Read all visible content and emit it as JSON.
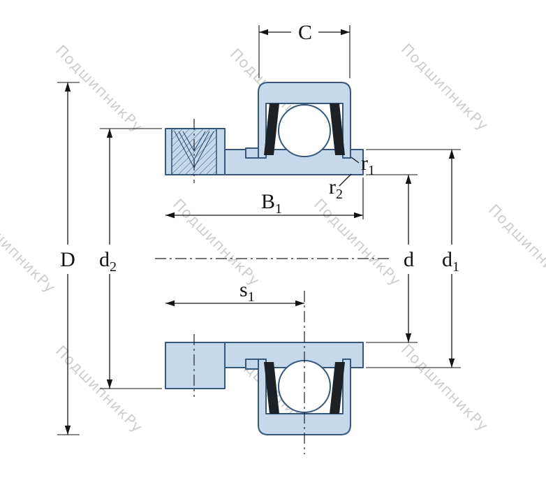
{
  "watermark": {
    "text": "ПодшипникРу"
  },
  "dims": {
    "C": {
      "main": "C",
      "sub": ""
    },
    "D": {
      "main": "D",
      "sub": ""
    },
    "d2": {
      "main": "d",
      "sub": "2"
    },
    "B1": {
      "main": "B",
      "sub": "1"
    },
    "s1": {
      "main": "s",
      "sub": "1"
    },
    "d": {
      "main": "d",
      "sub": ""
    },
    "d1": {
      "main": "d",
      "sub": "1"
    },
    "r1": {
      "main": "r",
      "sub": "1"
    },
    "r2": {
      "main": "r",
      "sub": "2"
    }
  },
  "colors": {
    "fill": "#c5d9eb",
    "outline": "#35587c",
    "seal": "#1c2126",
    "dim": "#141414",
    "watermark": "#c9c9c9"
  }
}
